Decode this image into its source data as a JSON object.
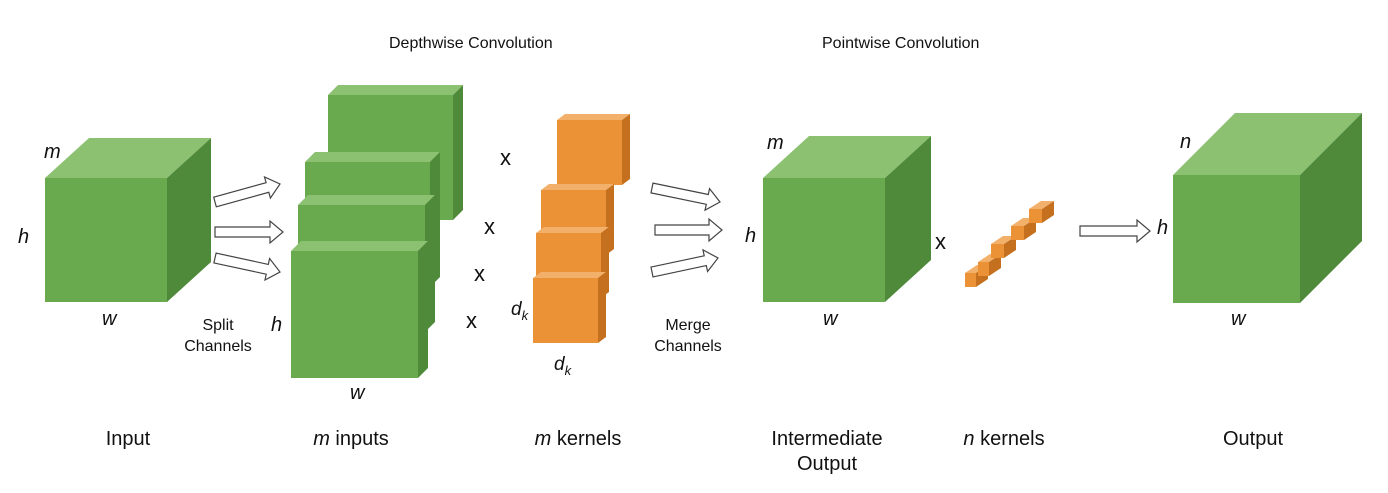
{
  "headers": {
    "depthwise": "Depthwise Convolution",
    "pointwise": "Pointwise Convolution"
  },
  "captions": {
    "input": "Input",
    "m_inputs": {
      "var": "m",
      "text": " inputs"
    },
    "m_kernels": {
      "var": "m",
      "text": " kernels"
    },
    "intermediate": {
      "line1": "Intermediate",
      "line2": "Output"
    },
    "n_kernels": {
      "var": "n",
      "text": " kernels"
    },
    "output": "Output"
  },
  "notes": {
    "split": {
      "line1": "Split",
      "line2": "Channels"
    },
    "merge": {
      "line1": "Merge",
      "line2": "Channels"
    }
  },
  "dims": {
    "m": "m",
    "h": "h",
    "w": "w",
    "n": "n",
    "d": "d",
    "k": "k"
  },
  "operator": "x",
  "colors": {
    "green_front": "#6aaa4f",
    "green_top": "#8cc172",
    "green_side": "#4f8a3b",
    "orange_front": "#ec9236",
    "orange_top": "#f3b06a",
    "orange_side": "#c4701f",
    "arrow_stroke": "#444444"
  }
}
